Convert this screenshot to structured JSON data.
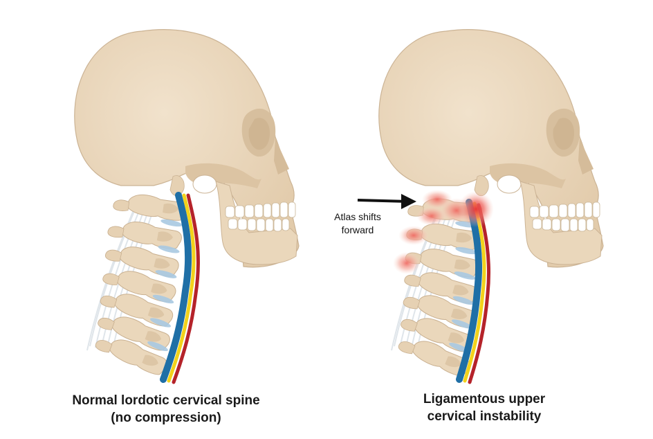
{
  "panels": [
    {
      "id": "normal",
      "caption_line1": "Normal lordotic cervical spine",
      "caption_line2": "(no compression)"
    },
    {
      "id": "unstable",
      "caption_line1": "Ligamentous upper",
      "caption_line2": "cervical instability",
      "annotation_line1": "Atlas shifts",
      "annotation_line2": "forward"
    }
  ],
  "colors": {
    "bone": "#ecd9bf",
    "bone_shade": "#d9c2a2",
    "bone_outline": "#cbb394",
    "eye_socket": "#d7bf9e",
    "teeth": "#ffffff",
    "disc": "#a9c9e2",
    "spinal_cord_blue": "#1f6fa6",
    "spinal_cord_yellow": "#f2d21b",
    "spinal_cord_red": "#b5232a",
    "ligament": "#e4e9ee",
    "inflammation": "#e8373a",
    "arrow": "#111111"
  }
}
